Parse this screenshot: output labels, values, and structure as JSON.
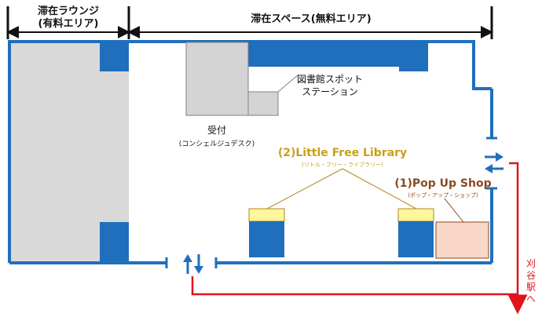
{
  "header": {
    "lounge_title_line1": "滞在ラウンジ",
    "lounge_title_line2": "(有料エリア)",
    "space_title": "滞在スペース(無料エリア)"
  },
  "labels": {
    "reception": "受付",
    "reception_sub": "(コンシェルジュデスク)",
    "library_spot_line1": "図書館スポット",
    "library_spot_line2": "ステーション",
    "lfl_title": "(2)Little Free Library",
    "lfl_sub": "(リトル・フリー・ライブラリー)",
    "popup_title": "(1)Pop Up Shop",
    "popup_sub": "(ポップ・アップ・ショップ)",
    "station_text": "刈谷駅へ"
  },
  "colors": {
    "wall": "#1f6fbd",
    "lounge": "#d9d9d9",
    "furniture_gray": "#d4d4d4",
    "shelf_top": "#fff59d",
    "popup_fill": "#f8d7c6",
    "route": "#e0141b",
    "leader": "#b08a1a"
  }
}
